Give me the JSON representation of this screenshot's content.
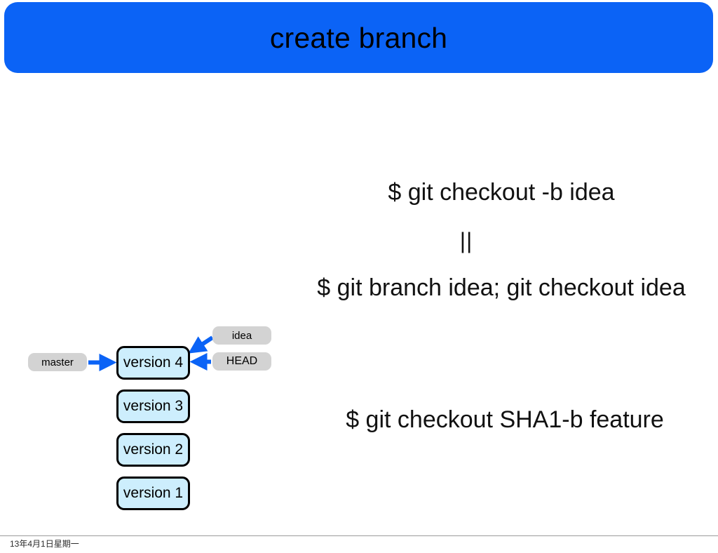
{
  "slide": {
    "title": "create branch",
    "title_bg_color": "#0b63f6",
    "title_text_color": "#000000",
    "background_color": "#ffffff"
  },
  "commands": {
    "line_1": "$ git checkout -b idea",
    "or_operator": "||",
    "line_2": "$ git branch idea; git checkout idea",
    "line_3": "$ git checkout SHA1-b feature"
  },
  "commit_graph": {
    "node_fill_color": "#cdeefd",
    "node_border_color": "#000000",
    "label_fill_color": "#d3d3d3",
    "arrow_color": "#0b63f6",
    "nodes": [
      {
        "label": "version 4"
      },
      {
        "label": "version 3"
      },
      {
        "label": "version 2"
      },
      {
        "label": "version 1"
      }
    ],
    "refs": [
      {
        "name": "master",
        "label": "master",
        "points_to": "version 4"
      },
      {
        "name": "idea",
        "label": "idea",
        "points_to": "version 4"
      },
      {
        "name": "head",
        "label": "HEAD",
        "points_to": "version 4"
      }
    ]
  },
  "footer": {
    "date": "13年4月1日星期一"
  }
}
